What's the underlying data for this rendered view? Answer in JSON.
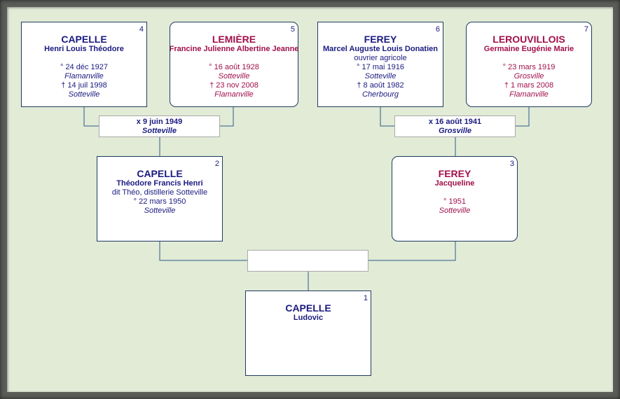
{
  "persons": {
    "p4": {
      "num": "4",
      "surname": "CAPELLE",
      "given": "Henri Louis Théodore",
      "birth": "° 24 déc 1927",
      "birth_place": "Flamanville",
      "death": "† 14 juil 1998",
      "death_place": "Sotteville"
    },
    "p5": {
      "num": "5",
      "surname": "LEMIÈRE",
      "given": "Francine Julienne Albertine Jeanne",
      "birth": "° 16 août 1928",
      "birth_place": "Sotteville",
      "death": "† 23 nov 2008",
      "death_place": "Flamanville"
    },
    "p6": {
      "num": "6",
      "surname": "FEREY",
      "given": "Marcel Auguste Louis Donatien",
      "occupation": "ouvrier agricole",
      "birth": "° 17 mai 1916",
      "birth_place": "Sotteville",
      "death": "† 8 août 1982",
      "death_place": "Cherbourg"
    },
    "p7": {
      "num": "7",
      "surname": "LEROUVILLOIS",
      "given": "Germaine Eugénie Marie",
      "birth": "° 23 mars 1919",
      "birth_place": "Grosville",
      "death": "† 1 mars 2008",
      "death_place": "Flamanville"
    },
    "p2": {
      "num": "2",
      "surname": "CAPELLE",
      "given": "Théodore Francis Henri",
      "nickname": "dit Théo, distillerie Sotteville",
      "birth": "° 22 mars 1950",
      "birth_place": "Sotteville"
    },
    "p3": {
      "num": "3",
      "surname": "FEREY",
      "given": "Jacqueline",
      "birth": "° 1951",
      "birth_place": "Sotteville"
    },
    "p1": {
      "num": "1",
      "surname": "CAPELLE",
      "given": "Ludovic"
    }
  },
  "marriages": {
    "m45": {
      "date": "x 9 juin 1949",
      "place": "Sotteville"
    },
    "m67": {
      "date": "x 16 août 1941",
      "place": "Grosville"
    }
  },
  "colors": {
    "male": "#1a1a80",
    "female": "#a0104a",
    "background": "#e1ebd6"
  }
}
